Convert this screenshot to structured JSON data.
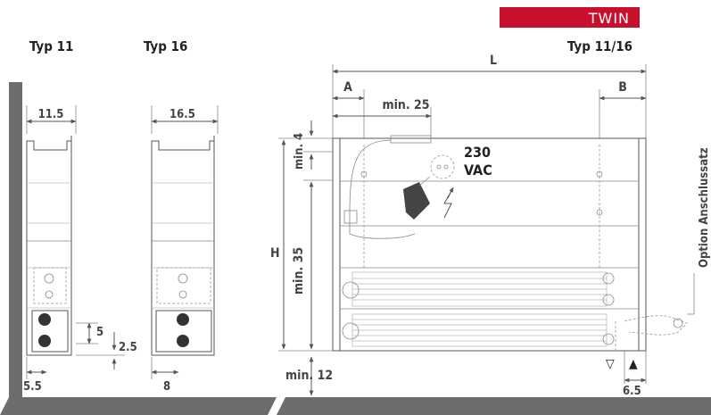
{
  "badge": {
    "label": "TWIN",
    "color": "#c8102e"
  },
  "headings": {
    "typ11": "Typ 11",
    "typ16": "Typ 16",
    "typ1116": "Typ 11/16"
  },
  "dims": {
    "w115": "11.5",
    "w165": "16.5",
    "d5": "5",
    "d25": "2.5",
    "d55": "5.5",
    "d8": "8",
    "L": "L",
    "A": "A",
    "B": "B",
    "min25": "min. 25",
    "min4": "min. 4",
    "H": "H",
    "min35": "min. 35",
    "min12": "min. 12",
    "d65": "6.5"
  },
  "power": {
    "line1": "230",
    "line2": "VAC"
  },
  "option": {
    "label": "Option Anschlussatz"
  },
  "symbols": {
    "hollow": "▽",
    "solid": "▲"
  },
  "colors": {
    "wall": "#6d6d6d",
    "line": "#555555",
    "text": "#222222"
  }
}
